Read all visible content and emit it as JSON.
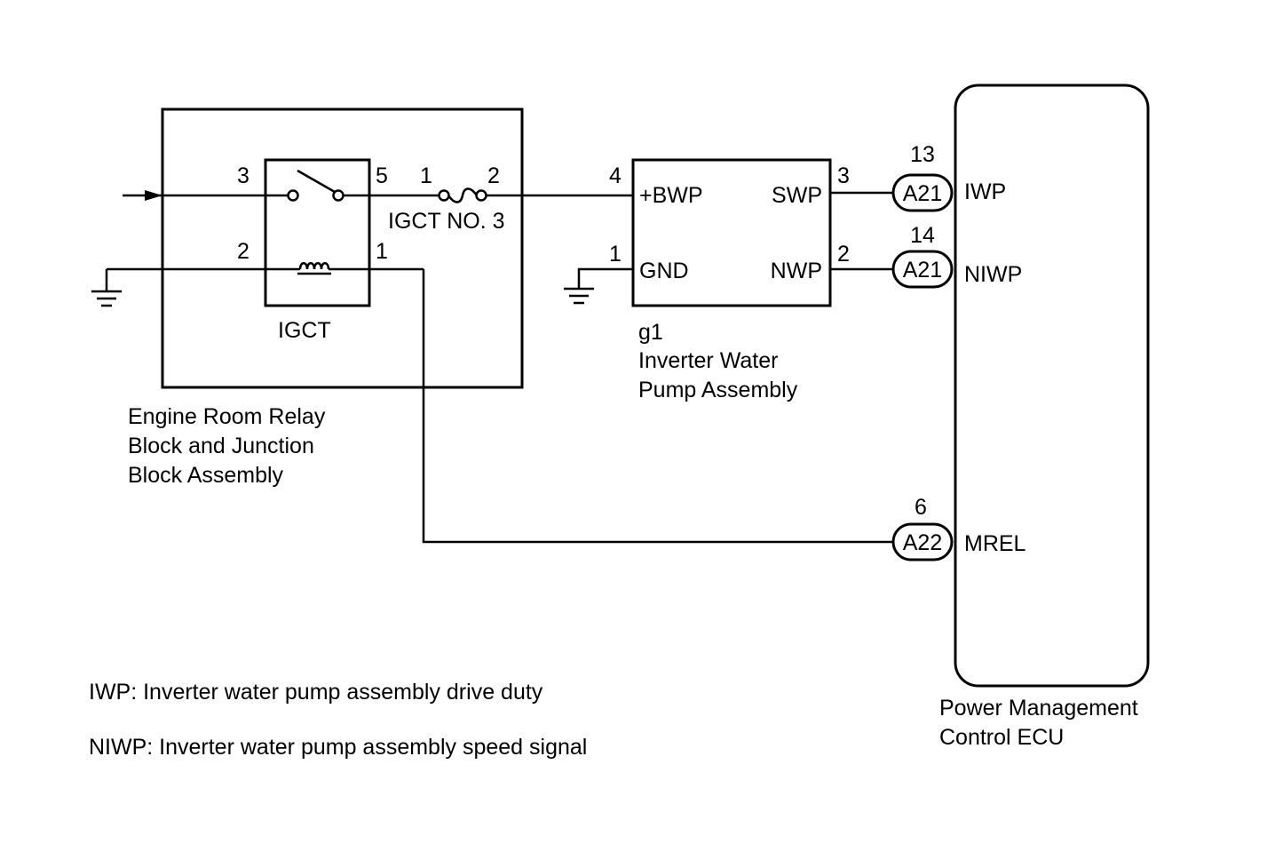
{
  "relay_block": {
    "name_lines": [
      "Engine Room Relay",
      "Block and Junction",
      "Block Assembly"
    ],
    "relay_label": "IGCT",
    "fuse_label": "IGCT NO. 3",
    "pins": {
      "switch_in": "3",
      "switch_out": "5",
      "coil_in": "2",
      "coil_out": "1",
      "fuse_in": "1",
      "fuse_out": "2"
    }
  },
  "pump": {
    "id": "g1",
    "name_lines": [
      "Inverter Water",
      "Pump Assembly"
    ],
    "terminals": {
      "bwp": "+BWP",
      "gnd": "GND",
      "swp": "SWP",
      "nwp": "NWP"
    },
    "pins": {
      "bwp": "4",
      "gnd": "1",
      "swp": "3",
      "nwp": "2"
    }
  },
  "ecu": {
    "name_lines": [
      "Power Management",
      "Control ECU"
    ],
    "connectors": [
      {
        "pin": "13",
        "connector": "A21",
        "signal": "IWP"
      },
      {
        "pin": "14",
        "connector": "A21",
        "signal": "NIWP"
      },
      {
        "pin": "6",
        "connector": "A22",
        "signal": "MREL"
      }
    ]
  },
  "notes": [
    "IWP: Inverter water pump assembly drive duty",
    "NIWP: Inverter water pump assembly speed signal"
  ]
}
